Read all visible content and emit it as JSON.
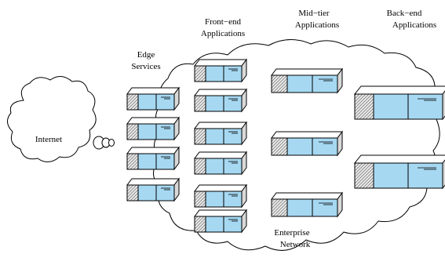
{
  "labels": {
    "edge_services": [
      "Edge",
      "Services"
    ],
    "front_end": [
      "Front−end",
      "Applications"
    ],
    "mid_tier": [
      "Mid−tier",
      "Applications"
    ],
    "back_end": [
      "Back−end",
      "Applications"
    ],
    "internet": "Internet",
    "enterprise_network": [
      "Enterprise",
      "Network"
    ]
  },
  "colors": {
    "server_face": "#a6d8f2",
    "server_top": "#ffffff",
    "server_side": "#d9d9d9",
    "outline": "#000000"
  },
  "icons": {
    "cloud": "cloud-icon",
    "server": "server-icon"
  }
}
